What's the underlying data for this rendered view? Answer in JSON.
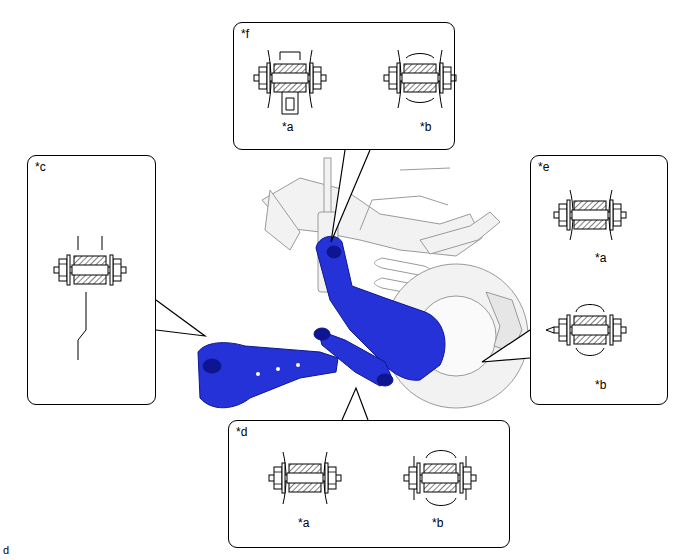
{
  "diagram": {
    "nodes": [
      {
        "text": [
          "*f",
          "*a",
          "*b"
        ]
      },
      {
        "text": [
          "*c"
        ]
      },
      {
        "text": [
          "*e",
          "*a",
          "*b"
        ]
      },
      {
        "text": [
          "*d",
          "*a",
          "*b"
        ]
      }
    ],
    "labels": [
      "d"
    ]
  }
}
